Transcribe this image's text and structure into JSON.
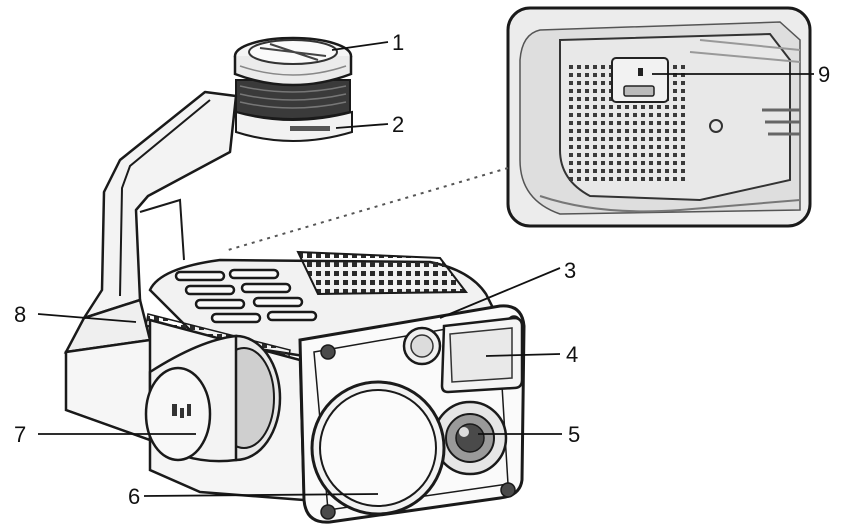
{
  "diagram": {
    "style": "line-drawing",
    "subject": "gimbal-camera",
    "colors": {
      "outline": "#1a1a1a",
      "body": "#f4f4f4",
      "shade": "#d9d9d9",
      "dark": "#4a4a4a",
      "vent": "#2a2a2a",
      "leader": "#111111",
      "inset_bg": "#ececec"
    },
    "callouts": [
      {
        "label": "1"
      },
      {
        "label": "2"
      },
      {
        "label": "3"
      },
      {
        "label": "4"
      },
      {
        "label": "5"
      },
      {
        "label": "6"
      },
      {
        "label": "7"
      },
      {
        "label": "8"
      },
      {
        "label": "9"
      }
    ]
  }
}
